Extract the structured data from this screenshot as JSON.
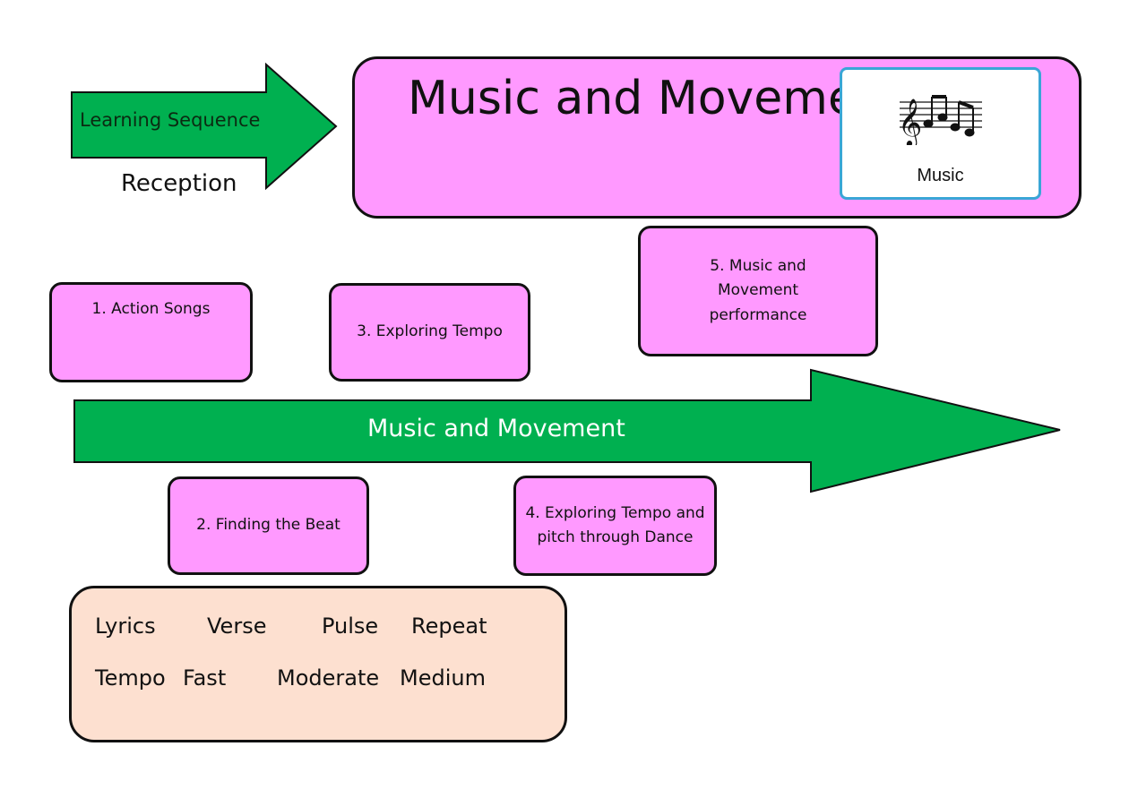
{
  "header": {
    "sequence_label": "Learning Sequence",
    "year_group": "Reception",
    "title": "Music and Movement",
    "subject_card_label": "Music"
  },
  "timeline": {
    "label": "Music and Movement",
    "steps": [
      "1. Action Songs",
      "2. Finding the Beat",
      "3. Exploring Tempo",
      "4. Exploring Tempo and pitch through Dance",
      "5. Music and Movement performance"
    ]
  },
  "vocabulary": [
    "Lyrics",
    "Verse",
    "Pulse",
    "Repeat",
    "Tempo",
    "Fast",
    "Moderate",
    "Medium"
  ],
  "colors": {
    "arrow_green": "#00b050",
    "box_pink": "#ff99ff",
    "vocab_peach": "#fde0d0",
    "card_border": "#3aa6d6"
  },
  "icons": [
    "music-notes-icon"
  ]
}
